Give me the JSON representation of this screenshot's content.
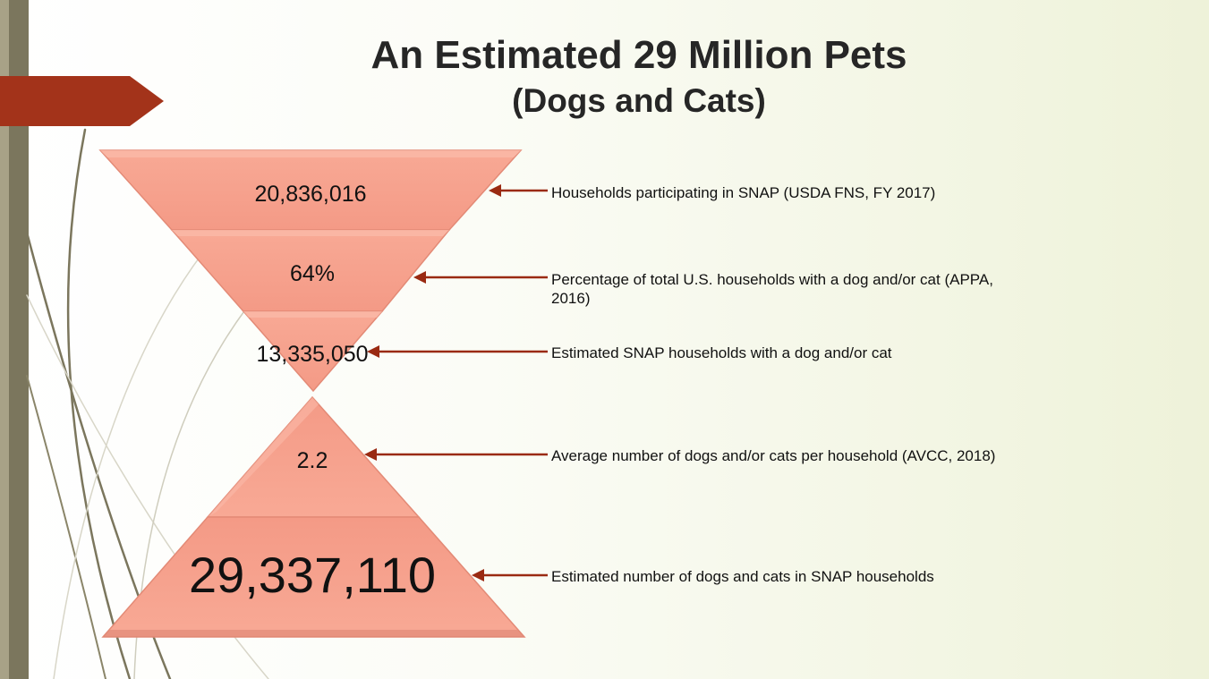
{
  "title": {
    "main": "An Estimated 29 Million Pets",
    "sub": "(Dogs and Cats)"
  },
  "colors": {
    "funnel_fill": "#f6a08c",
    "funnel_edge": "#e58673",
    "arrow": "#9a2a12",
    "banner": "#a3331a",
    "side_bar": "#7b765d",
    "text": "#111111"
  },
  "diagram": {
    "values": [
      {
        "text": "20,836,016"
      },
      {
        "text": "64%"
      },
      {
        "text": "13,335,050"
      },
      {
        "text": "2.2"
      },
      {
        "text": "29,337,110"
      }
    ],
    "descriptions": [
      {
        "text": "Households participating in SNAP (USDA FNS, FY 2017)"
      },
      {
        "text": "Percentage of total U.S. households with a dog and/or cat (APPA, 2016)"
      },
      {
        "text": "Estimated SNAP households with a dog and/or cat"
      },
      {
        "text": "Average number of dogs and/or cats per household (AVCC, 2018)"
      },
      {
        "text": "Estimated number of dogs and cats in SNAP households"
      }
    ]
  }
}
